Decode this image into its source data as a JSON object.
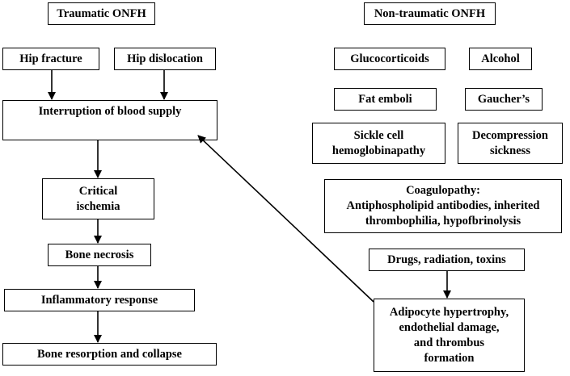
{
  "traumatic": {
    "header": "Traumatic ONFH",
    "hip_fracture": "Hip fracture",
    "hip_dislocation": "Hip dislocation",
    "interruption": "Interruption of blood supply",
    "critical_ischemia": "Critical\nischemia",
    "bone_necrosis": "Bone necrosis",
    "inflammatory_response": "Inflammatory response",
    "bone_resorption": "Bone resorption and collapse"
  },
  "non_traumatic": {
    "header": "Non-traumatic ONFH",
    "glucocorticoids": "Glucocorticoids",
    "alcohol": "Alcohol",
    "fat_emboli": "Fat emboli",
    "gauchers": "Gaucher’s",
    "sickle_cell": "Sickle cell\nhemoglobinapathy",
    "decompression": "Decompression\nsickness",
    "coagulopathy": "Coagulopathy:\nAntiphospholipid antibodies, inherited\nthrombophilia, hypofbrinolysis",
    "drugs": "Drugs, radiation, toxins",
    "adipocyte": "Adipocyte hypertrophy,\nendothelial damage,\nand thrombus\nformation"
  }
}
